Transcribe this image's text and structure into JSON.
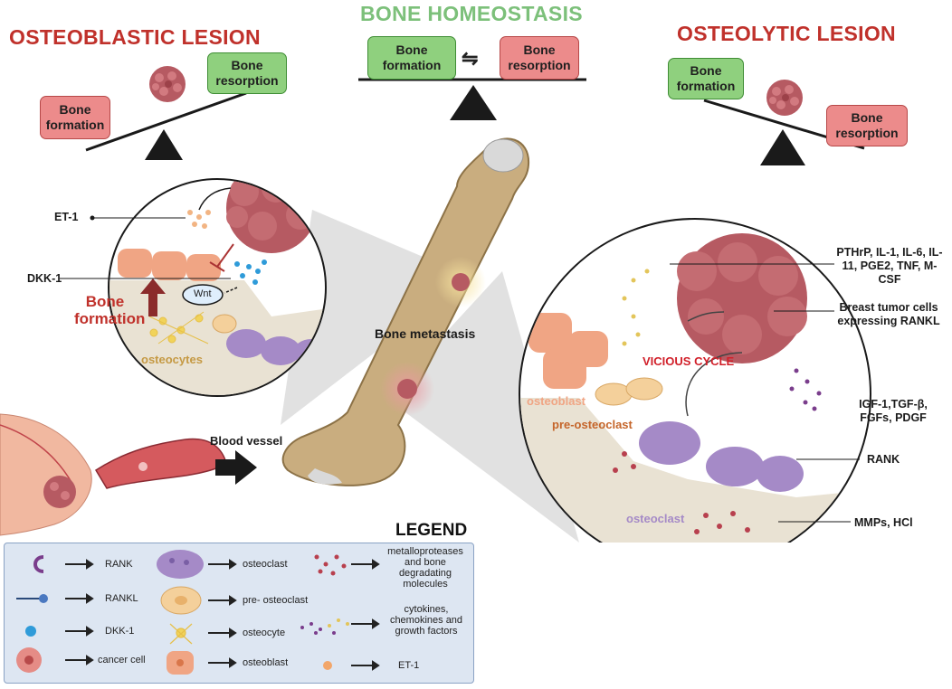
{
  "titles": {
    "osteoblastic": "OSTEOBLASTIC LESION",
    "homeostasis": "BONE HOMEOSTASIS",
    "osteolytic": "OSTEOLYTIC LESION"
  },
  "balance_left": {
    "formation": "Bone formation",
    "resorption": "Bone resorption"
  },
  "balance_center": {
    "formation": "Bone formation",
    "resorption": "Bone resorption",
    "equilibrium_symbol": "⇋"
  },
  "balance_right": {
    "formation": "Bone formation",
    "resorption": "Bone resorption"
  },
  "left_circle": {
    "et1": "ET-1",
    "dkk1": "DKK-1",
    "wnt": "Wnt",
    "bone_formation": "Bone formation",
    "osteocytes": "osteocytes"
  },
  "center": {
    "bone_metastasis": "Bone metastasis",
    "blood_vessel": "Blood vessel"
  },
  "right_circle": {
    "cytokines": "PTHrP, IL-1, IL-6, IL-11, PGE2, TNF, M-CSF",
    "tumor_cells": "Breast tumor cells expressing RANKL",
    "vicious_cycle": "VICIOUS CYCLE",
    "growth_factors": "IGF-1,TGF-β, FGFs, PDGF",
    "osteoblast": "osteoblast",
    "pre_osteoclast": "pre-osteoclast",
    "rank": "RANK",
    "osteoclast": "osteoclast",
    "mmps": "MMPs, HCl"
  },
  "legend": {
    "title": "LEGEND",
    "items_col1": [
      "RANK",
      "RANKL",
      "DKK-1",
      "cancer cell"
    ],
    "items_col2": [
      "osteoclast",
      "pre- osteoclast",
      "osteocyte",
      "osteoblast"
    ],
    "items_col3": [
      "metalloproteases and bone degradating molecules",
      "cytokines, chemokines and growth factors",
      "ET-1"
    ]
  },
  "colors": {
    "title_red": "#c0312b",
    "title_green": "#7cc07a",
    "box_green": "#8fd07e",
    "box_pink": "#ec8b8b",
    "bone": "#c9ad7f",
    "tumor": "#b85a60",
    "osteoclast": "#a58ac7",
    "osteoblast": "#f0a584",
    "legend_bg": "#dde6f2"
  }
}
